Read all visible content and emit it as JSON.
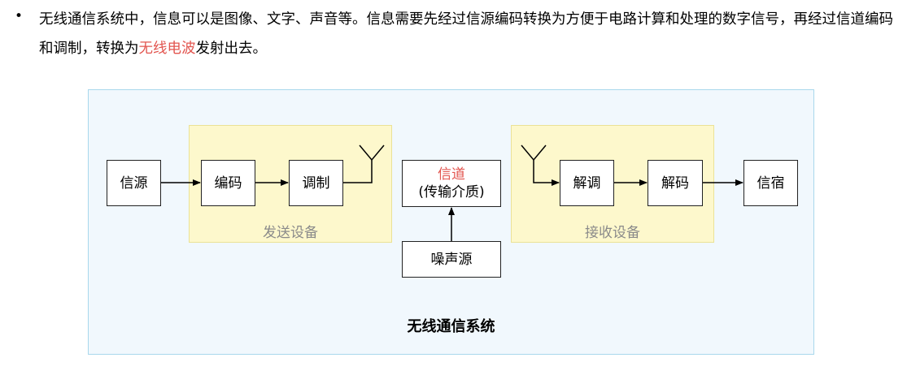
{
  "bullet": {
    "symbol": "•",
    "text_before": "无线通信系统中，信息可以是图像、文字、声音等。信息需要先经过信源编码转换为方便于电路计算和处理的数字信号，再经过信道编码和调制，转换为",
    "highlight": "无线电波",
    "text_after": "发射出去。",
    "highlight_color": "#e2554f"
  },
  "diagram": {
    "caption": "无线通信系统",
    "source_label": "信源",
    "transmitter": {
      "group_label": "发送设备",
      "encode_label": "编码",
      "modulate_label": "调制"
    },
    "channel": {
      "title": "信道",
      "subtitle": "(传输介质)"
    },
    "noise_label": "噪声源",
    "receiver": {
      "group_label": "接收设备",
      "demodulate_label": "解调",
      "decode_label": "解码"
    },
    "sink_label": "信宿"
  }
}
